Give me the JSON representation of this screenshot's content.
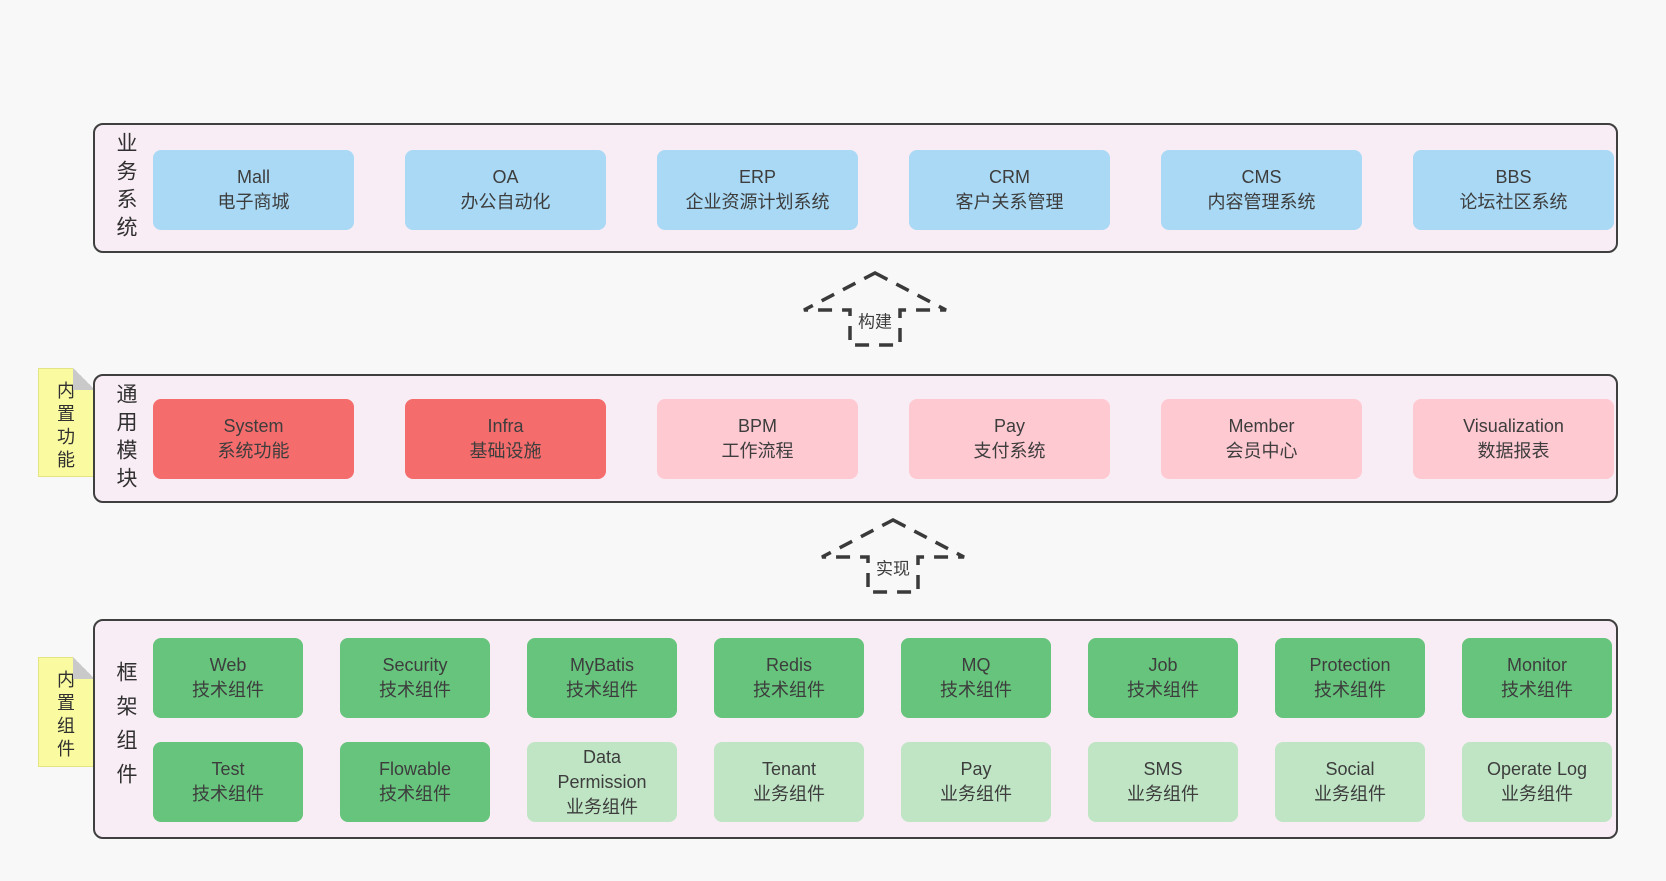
{
  "palette": {
    "page_bg": "#f8f8f8",
    "section_bg": "#f9edf5",
    "section_border": "#3f3f3f",
    "node_blue": "#a9d9f5",
    "node_red": "#f56c6c",
    "node_pink": "#ffc9d2",
    "node_green": "#66c47c",
    "node_light_green": "#bfe5c4",
    "sticky_yellow": "#fafaa0",
    "sticky_fold_gray": "#c9c9c9",
    "text": "#3d3d3d"
  },
  "business": {
    "label": "业务系统",
    "boxes": [
      {
        "title": "Mall",
        "subtitle": "电子商城"
      },
      {
        "title": "OA",
        "subtitle": "办公自动化"
      },
      {
        "title": "ERP",
        "subtitle": "企业资源计划系统"
      },
      {
        "title": "CRM",
        "subtitle": "客户关系管理"
      },
      {
        "title": "CMS",
        "subtitle": "内容管理系统"
      },
      {
        "title": "BBS",
        "subtitle": "论坛社区系统"
      }
    ]
  },
  "arrows": {
    "build": "构建",
    "implement": "实现"
  },
  "modules": {
    "label": "通用模块",
    "tab": "内置功能",
    "boxes": [
      {
        "title": "System",
        "subtitle": "系统功能"
      },
      {
        "title": "Infra",
        "subtitle": "基础设施"
      },
      {
        "title": "BPM",
        "subtitle": "工作流程"
      },
      {
        "title": "Pay",
        "subtitle": "支付系统"
      },
      {
        "title": "Member",
        "subtitle": "会员中心"
      },
      {
        "title": "Visualization",
        "subtitle": "数据报表"
      }
    ]
  },
  "components": {
    "label": "框架组件",
    "tab": "内置组件",
    "row1": [
      {
        "title": "Web",
        "subtitle": "技术组件"
      },
      {
        "title": "Security",
        "subtitle": "技术组件"
      },
      {
        "title": "MyBatis",
        "subtitle": "技术组件"
      },
      {
        "title": "Redis",
        "subtitle": "技术组件"
      },
      {
        "title": "MQ",
        "subtitle": "技术组件"
      },
      {
        "title": "Job",
        "subtitle": "技术组件"
      },
      {
        "title": "Protection",
        "subtitle": "技术组件"
      },
      {
        "title": "Monitor",
        "subtitle": "技术组件"
      }
    ],
    "row2": [
      {
        "title": "Test",
        "subtitle": "技术组件"
      },
      {
        "title": "Flowable",
        "subtitle": "技术组件"
      },
      {
        "title": "Data Permission",
        "subtitle": "业务组件"
      },
      {
        "title": "Tenant",
        "subtitle": "业务组件"
      },
      {
        "title": "Pay",
        "subtitle": "业务组件"
      },
      {
        "title": "SMS",
        "subtitle": "业务组件"
      },
      {
        "title": "Social",
        "subtitle": "业务组件"
      },
      {
        "title": "Operate Log",
        "subtitle": "业务组件"
      }
    ]
  }
}
